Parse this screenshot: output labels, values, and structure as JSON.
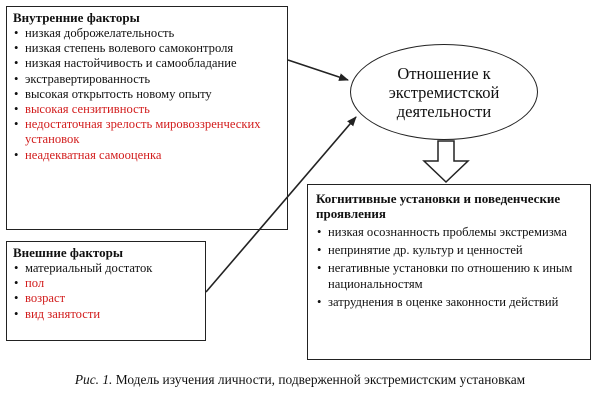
{
  "internal": {
    "title": "Внутренние факторы",
    "items": [
      {
        "text": "низкая доброжелательность",
        "red": false
      },
      {
        "text": "низкая степень волевого самоконтроля",
        "red": false
      },
      {
        "text": "низкая настойчивость и самообладание",
        "red": false
      },
      {
        "text": "экстравертированность",
        "red": false
      },
      {
        "text": "высокая открытость новому опыту",
        "red": false
      },
      {
        "text": "высокая сензитивность",
        "red": true
      },
      {
        "text": "недостаточная зрелость мировоззренческих установок",
        "red": true
      },
      {
        "text": "неадекватная самооценка",
        "red": true
      }
    ]
  },
  "external": {
    "title": "Внешние факторы",
    "items": [
      {
        "text": "материальный достаток",
        "red": false
      },
      {
        "text": "пол",
        "red": true
      },
      {
        "text": "возраст",
        "red": true
      },
      {
        "text": "вид занятости",
        "red": true
      }
    ]
  },
  "attitude": {
    "text": "Отношение к\nэкстремистской\nдеятельности"
  },
  "cognitive": {
    "title": "Когнитивные установки и поведенческие проявления",
    "items": [
      {
        "text": "низкая осознанность проблемы экстремизма"
      },
      {
        "text": "непринятие др. культур и ценностей"
      },
      {
        "text": "негативные установки по отношению к иным национальностям"
      },
      {
        "text": "затруднения в оценке законности действий"
      }
    ]
  },
  "caption": {
    "fig": "Рис. 1.",
    "text": " Модель изучения личности, подверженной экстремистским установкам"
  },
  "colors": {
    "accent_red": "#d21d1d",
    "line": "#222222"
  }
}
